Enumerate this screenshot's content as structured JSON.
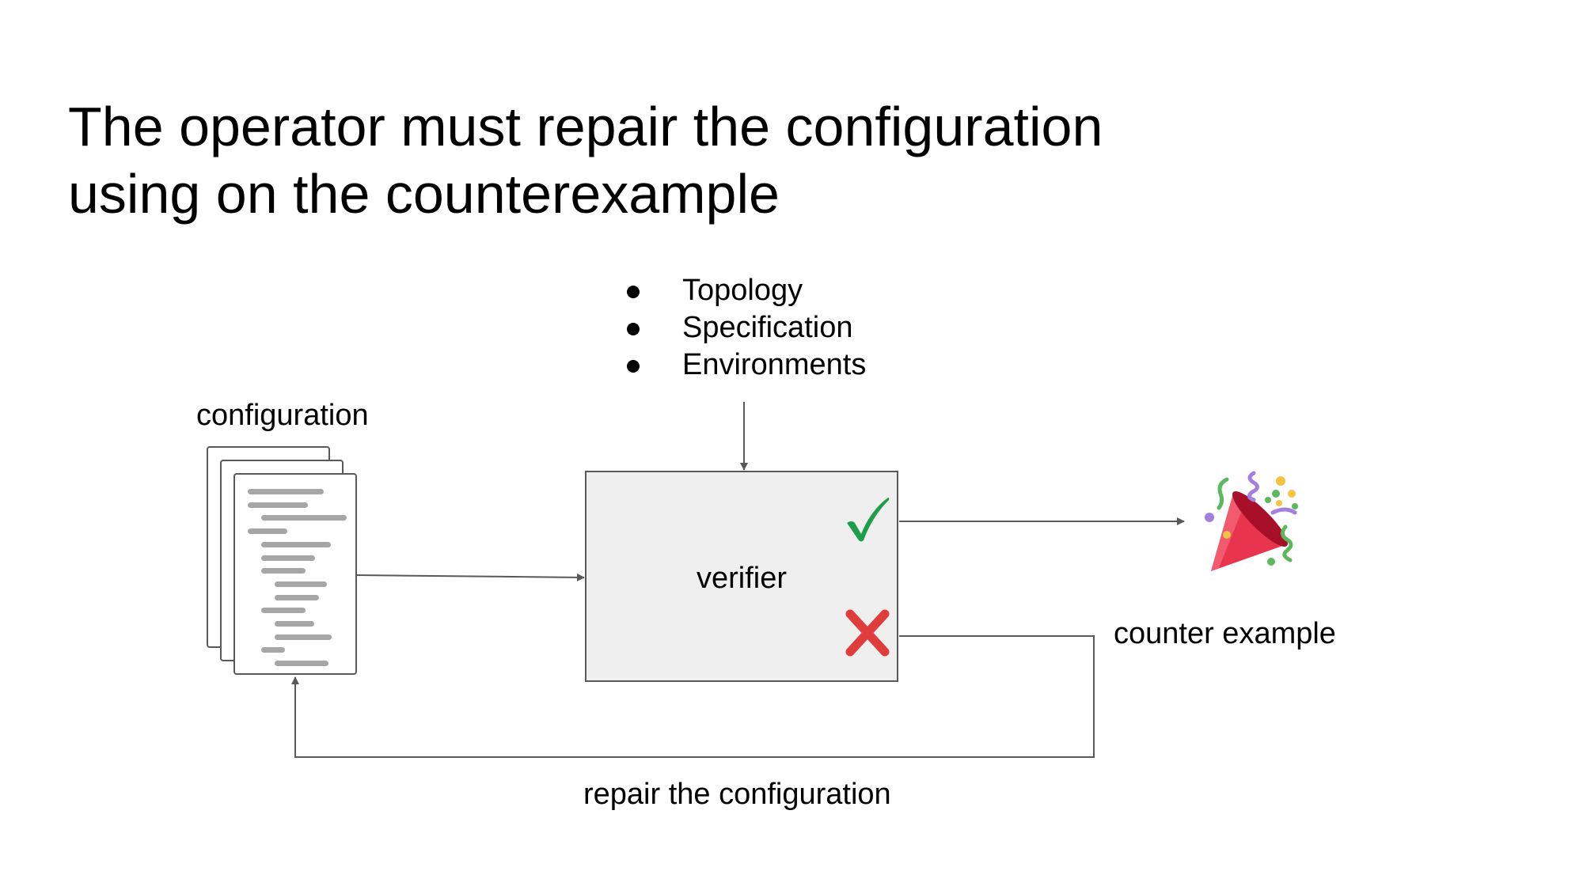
{
  "slide": {
    "title_lines": [
      "The operator must repair the configuration",
      "using on the counterexample"
    ]
  },
  "diagram": {
    "inputs": [
      "Topology",
      "Specification",
      "Environments"
    ],
    "configuration_label": "configuration",
    "verifier_label": "verifier",
    "success_icon": "check-mark-icon",
    "failure_icon": "cross-mark-icon",
    "success_result_icon": "party-popper-icon",
    "counter_example_label": "counter example",
    "repair_label": "repair the configuration",
    "colors": {
      "check": "#1e9e4a",
      "cross": "#e03c3c",
      "box_fill": "#efefef",
      "stroke": "#595959"
    }
  }
}
